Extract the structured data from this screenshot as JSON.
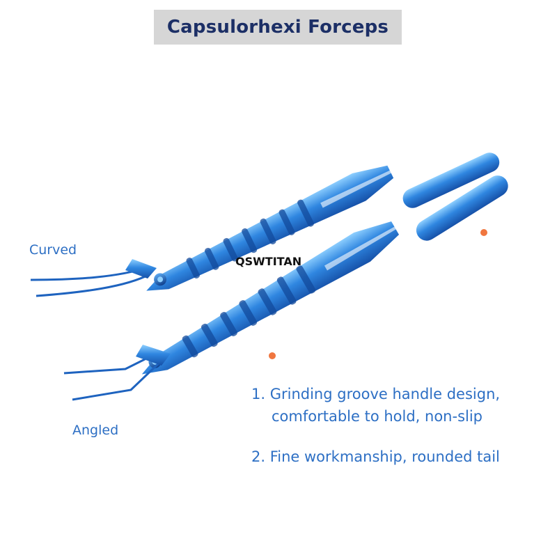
{
  "title": "Capsulorhexi Forceps",
  "labels": {
    "curved": "Curved",
    "angled": "Angled"
  },
  "watermark": "QSWTITAN",
  "features": {
    "item1_line1": "1. Grinding groove handle design,",
    "item1_line2": "comfortable to hold, non-slip",
    "item2": "2. Fine workmanship, rounded tail"
  },
  "colors": {
    "title_background": "#d6d6d6",
    "title_text": "#1c2f66",
    "label_text": "#2d6fc4",
    "instrument_blue": "#2f7fd6",
    "marker_dot": "#f0763f"
  }
}
